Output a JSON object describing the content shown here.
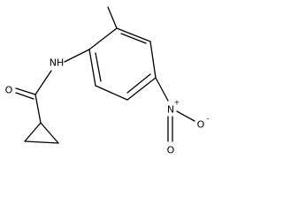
{
  "molecule": {
    "atom_labels": {
      "amide_nh": "NH",
      "carbonyl_o": "O",
      "nitro_n": "N",
      "nitro_n_charge": "+",
      "nitro_o_right": "O",
      "nitro_o_right_charge": "-",
      "nitro_o_bottom": "O"
    }
  }
}
